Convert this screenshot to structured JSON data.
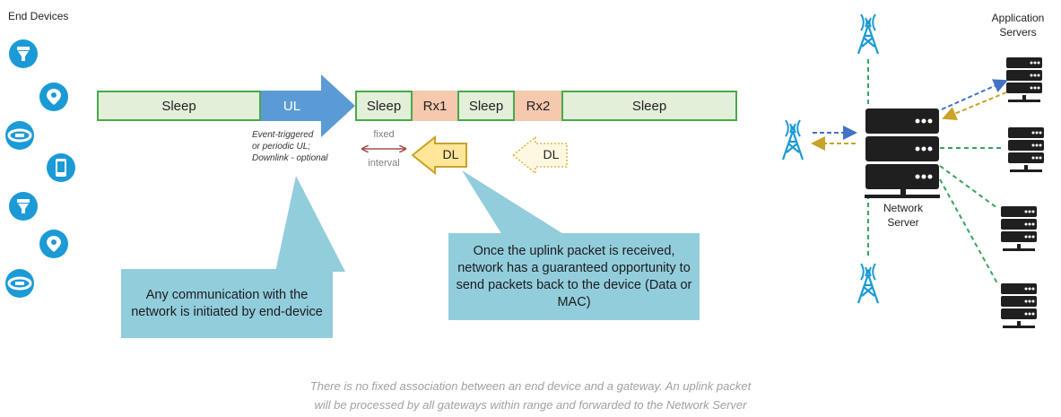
{
  "labels": {
    "end_devices": "End Devices",
    "application_servers": "Application\nServers",
    "network_server": "Network\nServer"
  },
  "timeline": {
    "sleep1": "Sleep",
    "ul": "UL",
    "sleep2": "Sleep",
    "rx1": "Rx1",
    "sleep3": "Sleep",
    "rx2": "Rx2",
    "sleep4": "Sleep"
  },
  "ul_note": "Event-triggered\nor periodic UL;\nDownlink - optional",
  "fixed_interval": {
    "top": "fixed",
    "bottom": "interval"
  },
  "dl1": "DL",
  "dl2": "DL",
  "callout_left": "Any communication with the network is initiated by end-device",
  "callout_right": "Once the uplink packet is received, network has a guaranteed opportunity to send packets back to the device (Data or MAC)",
  "footer": "There is no fixed association between an end device and a gateway.  An uplink packet\nwill be processed by all gateways within range and forwarded to the Network Server",
  "colors": {
    "sleep_fill": "#e2efd9",
    "segment_border": "#4aa84a",
    "ul_blue": "#5b9bd5",
    "rx_fill": "#f6c8ad",
    "dl_fill": "#ffe699",
    "dl_border": "#c9a227",
    "callout": "#92cddc",
    "device_icon": "#1b9ad6",
    "link_green": "#3aa35a",
    "arrow_blue": "#4472c4",
    "arrow_gold": "#c9a227"
  },
  "icons": {
    "end_devices": [
      "water-meter-icon",
      "location-pin-icon",
      "tag-band-icon",
      "phone-icon",
      "water-meter-icon",
      "location-pin-icon",
      "tag-band-icon"
    ],
    "gateways": [
      "tower-icon",
      "tower-icon",
      "tower-icon"
    ],
    "server": "server-rack-icon",
    "app_servers": [
      "server-icon",
      "server-icon",
      "server-icon",
      "server-icon"
    ]
  }
}
